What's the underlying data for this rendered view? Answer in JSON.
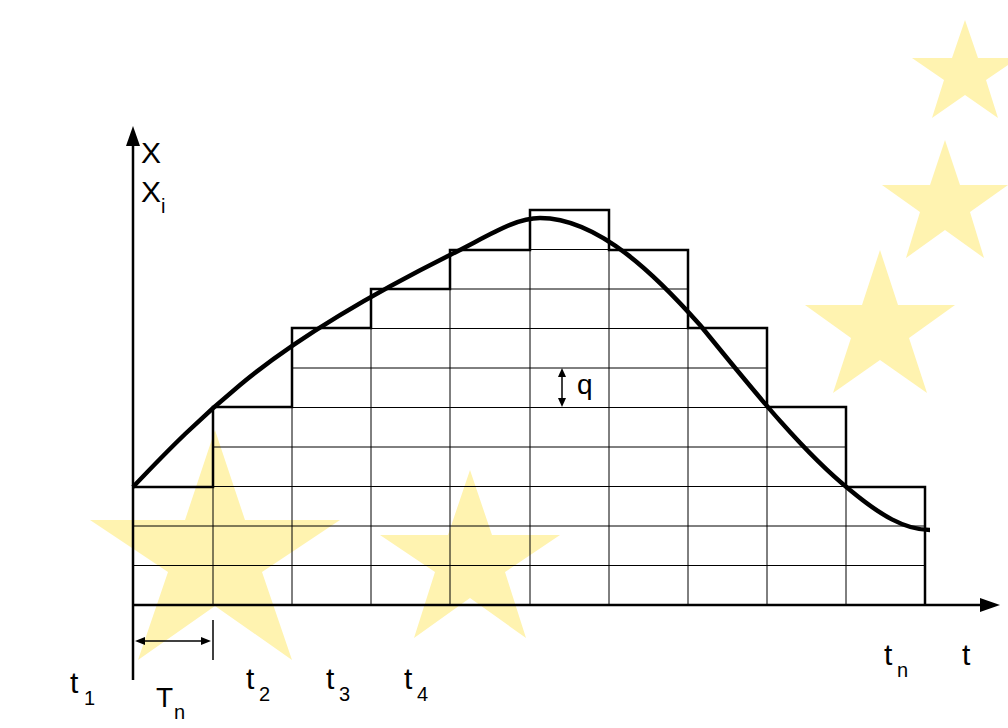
{
  "diagram": {
    "labels": [
      "X",
      "X",
      "i",
      "q",
      "t",
      "1",
      "T",
      "n",
      "t",
      "2",
      "t",
      "3",
      "t",
      "4",
      "t",
      "n",
      "t"
    ]
  }
}
